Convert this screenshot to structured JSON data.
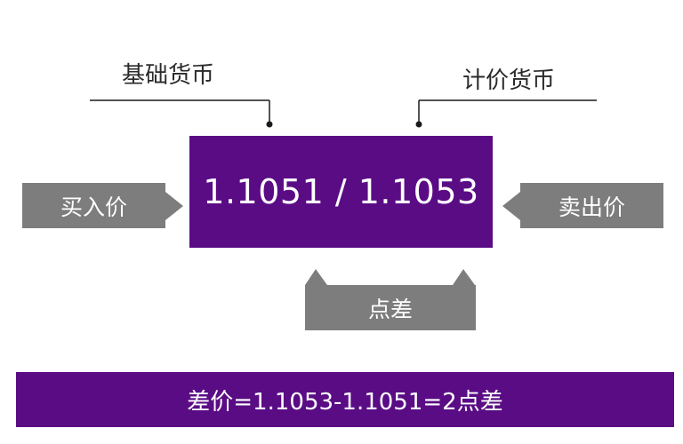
{
  "labels": {
    "base_currency": "基础货币",
    "quote_currency": "计价货币",
    "bid": "买入价",
    "ask": "卖出价",
    "spread": "点差"
  },
  "quote": {
    "display": "1.1051 / 1.1053"
  },
  "formula": "差价=1.1053-1.1051=2点差",
  "colors": {
    "purple": "#5a0c85",
    "gray": "#7d7d7d",
    "line": "#1a1a1a"
  }
}
